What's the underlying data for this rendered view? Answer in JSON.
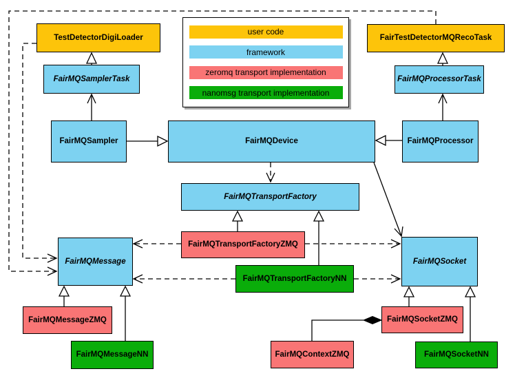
{
  "legend": {
    "items": [
      {
        "label": "user code",
        "color": "#fdc40a"
      },
      {
        "label": "framework",
        "color": "#7dd2f1"
      },
      {
        "label": "zeromq transport implementation",
        "color": "#f97575"
      },
      {
        "label": "nanomsg transport implementation",
        "color": "#0aad0a"
      }
    ]
  },
  "colors": {
    "user_code": "#fdc40a",
    "framework": "#7dd2f1",
    "zeromq": "#f97575",
    "nanomsg": "#0aad0a",
    "border": "#000000",
    "background": "#ffffff",
    "legend_shadow": "#a6a6a6"
  },
  "nodes": {
    "test_detector_digi_loader": {
      "label": "TestDetectorDigiLoader",
      "category": "user code",
      "abstract": false
    },
    "fair_test_detector_mq_reco_task": {
      "label": "FairTestDetectorMQRecoTask",
      "category": "user code",
      "abstract": false
    },
    "fmq_sampler_task": {
      "label": "FairMQSamplerTask",
      "category": "framework",
      "abstract": true
    },
    "fmq_processor_task": {
      "label": "FairMQProcessorTask",
      "category": "framework",
      "abstract": true
    },
    "fmq_sampler": {
      "label": "FairMQSampler",
      "category": "framework",
      "abstract": false
    },
    "fmq_device": {
      "label": "FairMQDevice",
      "category": "framework",
      "abstract": false
    },
    "fmq_processor": {
      "label": "FairMQProcessor",
      "category": "framework",
      "abstract": false
    },
    "fmq_transport_factory": {
      "label": "FairMQTransportFactory",
      "category": "framework",
      "abstract": true
    },
    "fmq_transport_factory_zmq": {
      "label": "FairMQTransportFactoryZMQ",
      "category": "zeromq",
      "abstract": false
    },
    "fmq_transport_factory_nn": {
      "label": "FairMQTransportFactoryNN",
      "category": "nanomsg",
      "abstract": false
    },
    "fmq_message": {
      "label": "FairMQMessage",
      "category": "framework",
      "abstract": true
    },
    "fmq_socket": {
      "label": "FairMQSocket",
      "category": "framework",
      "abstract": true
    },
    "fmq_message_zmq": {
      "label": "FairMQMessageZMQ",
      "category": "zeromq",
      "abstract": false
    },
    "fmq_message_nn": {
      "label": "FairMQMessageNN",
      "category": "nanomsg",
      "abstract": false
    },
    "fmq_socket_zmq": {
      "label": "FairMQSocketZMQ",
      "category": "zeromq",
      "abstract": false
    },
    "fmq_context_zmq": {
      "label": "FairMQContextZMQ",
      "category": "zeromq",
      "abstract": false
    },
    "fmq_socket_nn": {
      "label": "FairMQSocketNN",
      "category": "nanomsg",
      "abstract": false
    }
  },
  "edges": [
    {
      "from": "FairMQSamplerTask",
      "to": "TestDetectorDigiLoader",
      "type": "inheritance",
      "style": "solid"
    },
    {
      "from": "FairMQProcessorTask",
      "to": "FairTestDetectorMQRecoTask",
      "type": "inheritance",
      "style": "solid"
    },
    {
      "from": "FairMQSampler",
      "to": "FairMQSamplerTask",
      "type": "association",
      "style": "solid"
    },
    {
      "from": "FairMQProcessor",
      "to": "FairMQProcessorTask",
      "type": "association",
      "style": "solid"
    },
    {
      "from": "FairMQSampler",
      "to": "FairMQDevice",
      "type": "inheritance",
      "style": "solid"
    },
    {
      "from": "FairMQProcessor",
      "to": "FairMQDevice",
      "type": "inheritance",
      "style": "solid"
    },
    {
      "from": "FairMQDevice",
      "to": "FairMQTransportFactory",
      "type": "dependency",
      "style": "dashed"
    },
    {
      "from": "FairMQDevice",
      "to": "FairMQSocket",
      "type": "association",
      "style": "solid"
    },
    {
      "from": "FairMQTransportFactoryZMQ",
      "to": "FairMQTransportFactory",
      "type": "inheritance",
      "style": "solid"
    },
    {
      "from": "FairMQTransportFactoryNN",
      "to": "FairMQTransportFactory",
      "type": "inheritance",
      "style": "solid"
    },
    {
      "from": "FairMQTransportFactoryZMQ",
      "to": "FairMQMessage",
      "type": "dependency",
      "style": "dashed"
    },
    {
      "from": "FairMQTransportFactoryZMQ",
      "to": "FairMQSocket",
      "type": "dependency",
      "style": "dashed"
    },
    {
      "from": "FairMQTransportFactoryNN",
      "to": "FairMQMessage",
      "type": "dependency",
      "style": "dashed"
    },
    {
      "from": "FairMQTransportFactoryNN",
      "to": "FairMQSocket",
      "type": "dependency",
      "style": "dashed"
    },
    {
      "from": "TestDetectorDigiLoader",
      "to": "FairMQMessage",
      "type": "dependency",
      "style": "dashed"
    },
    {
      "from": "FairTestDetectorMQRecoTask",
      "to": "FairMQMessage",
      "type": "dependency",
      "style": "dashed"
    },
    {
      "from": "FairMQMessageZMQ",
      "to": "FairMQMessage",
      "type": "inheritance",
      "style": "solid"
    },
    {
      "from": "FairMQMessageNN",
      "to": "FairMQMessage",
      "type": "inheritance",
      "style": "solid"
    },
    {
      "from": "FairMQSocketZMQ",
      "to": "FairMQSocket",
      "type": "inheritance",
      "style": "solid"
    },
    {
      "from": "FairMQSocketNN",
      "to": "FairMQSocket",
      "type": "inheritance",
      "style": "solid"
    },
    {
      "from": "FairMQSocketZMQ",
      "to": "FairMQContextZMQ",
      "type": "composition",
      "style": "solid"
    }
  ]
}
